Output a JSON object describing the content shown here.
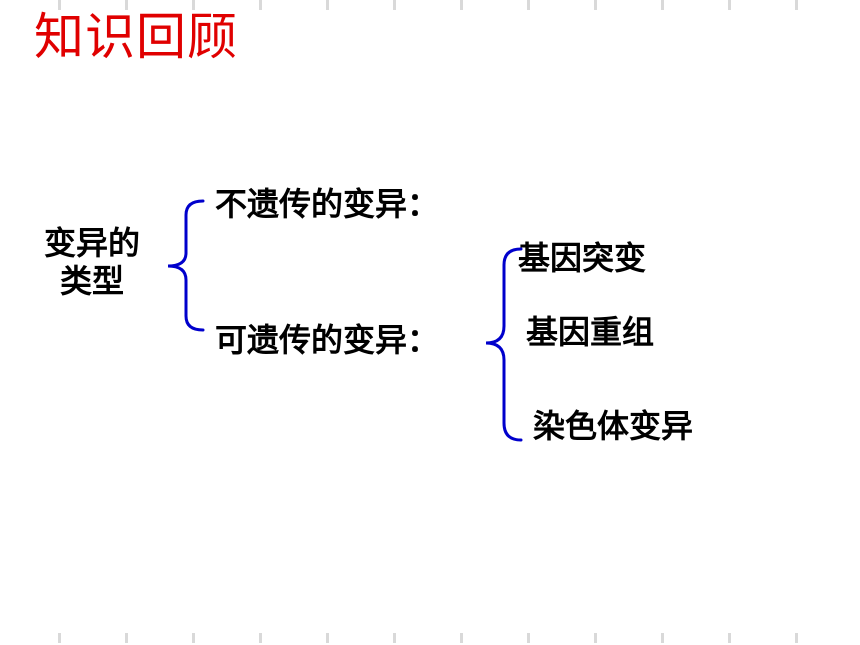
{
  "title": "知识回顾",
  "root": {
    "line1": "变异的",
    "line2": "类型"
  },
  "branches": [
    {
      "label": "不遗传的变异："
    },
    {
      "label": "可遗传的变异：",
      "children": [
        {
          "label": "基因突变"
        },
        {
          "label": "基因重组"
        },
        {
          "label": "染色体变异"
        }
      ]
    }
  ],
  "colors": {
    "title": "#e00000",
    "brace": "#0000cc",
    "text": "#000000"
  }
}
